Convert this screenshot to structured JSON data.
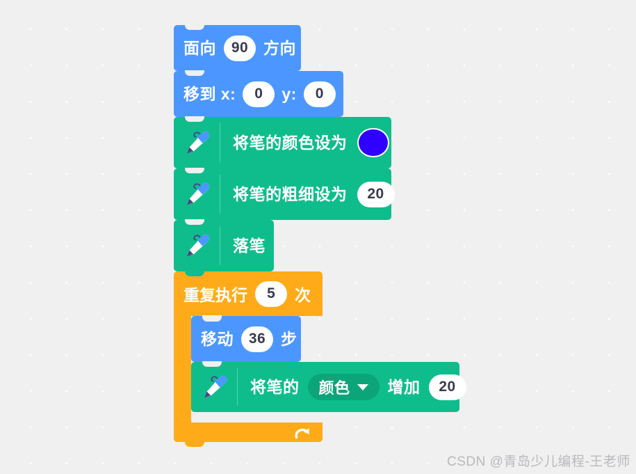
{
  "canvas": {
    "background_color": "#f0f0f0",
    "dot_color": "#ffffff"
  },
  "palette": {
    "motion_blue": "#4c97ff",
    "pen_green": "#0fbd8c",
    "pen_green_dark": "#0ba579",
    "control_orange": "#ffab19",
    "input_white": "#ffffff",
    "input_text": "#393a4f",
    "swatch_blue": "#2f00ff"
  },
  "script": {
    "blocks": [
      {
        "id": "point-in-direction",
        "category": "motion",
        "label_before": "面向",
        "value": "90",
        "label_after": "方向"
      },
      {
        "id": "go-to-xy",
        "category": "motion",
        "label_before": "移到 x:",
        "x_value": "0",
        "label_mid": "y:",
        "y_value": "0"
      },
      {
        "id": "set-pen-color-to",
        "category": "pen",
        "icon": "pen-icon",
        "label": "将笔的颜色设为",
        "color_value": "#2f00ff"
      },
      {
        "id": "set-pen-size-to",
        "category": "pen",
        "icon": "pen-icon",
        "label": "将笔的粗细设为",
        "value": "20"
      },
      {
        "id": "pen-down",
        "category": "pen",
        "icon": "pen-icon",
        "label": "落笔"
      },
      {
        "id": "repeat",
        "category": "control",
        "label_before": "重复执行",
        "value": "5",
        "label_after": "次",
        "loop_icon": "loop-arrow-icon",
        "children": [
          {
            "id": "move-steps",
            "category": "motion",
            "label_before": "移动",
            "value": "36",
            "label_after": "步"
          },
          {
            "id": "change-pen-param-by",
            "category": "pen",
            "icon": "pen-icon",
            "label_before": "将笔的",
            "dropdown_value": "颜色",
            "label_after": "增加",
            "value": "20"
          }
        ]
      }
    ]
  },
  "watermark": {
    "text": "CSDN @青岛少儿编程-王老师"
  }
}
